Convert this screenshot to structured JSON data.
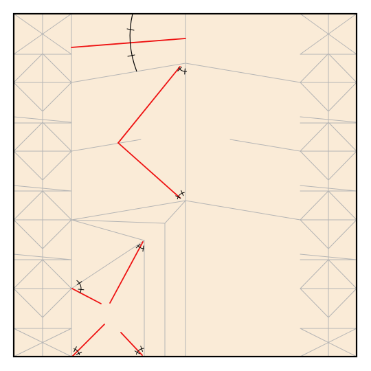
{
  "diagram": {
    "kind": "geometric-construction",
    "colors": {
      "paper": "#faebd7",
      "border": "#000000",
      "crease": "#b4b4b4",
      "fold": "#ee1111",
      "mark": "#000000"
    },
    "crease_lines": 54,
    "fold_lines": 7,
    "angle_marks": 8
  }
}
